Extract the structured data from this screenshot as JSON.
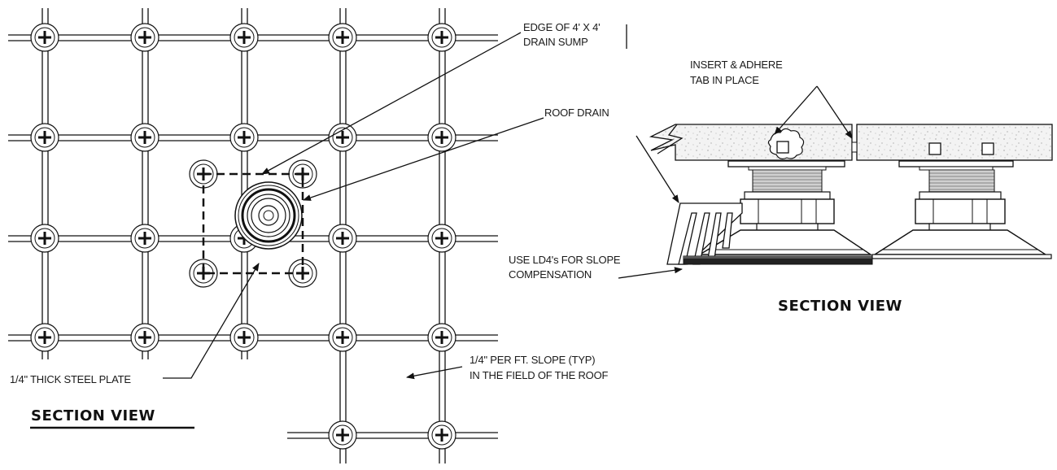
{
  "plan": {
    "labels": {
      "edge_sump": [
        "EDGE OF 4' X 4'",
        "DRAIN SUMP"
      ],
      "roof_drain": "ROOF DRAIN",
      "steel_plate": "1/4\" THICK STEEL PLATE",
      "slope": [
        "1/4\" PER FT. SLOPE (TYP)",
        "IN THE FIELD OF THE ROOF"
      ]
    },
    "title": "SECTION VIEW"
  },
  "section": {
    "labels": {
      "insert_tab": [
        "INSERT & ADHERE",
        "TAB IN PLACE"
      ],
      "ld4": [
        "USE LD4's FOR SLOPE",
        "COMPENSATION"
      ]
    },
    "title": "SECTION VIEW"
  },
  "icons": [
    "pedestal-icon",
    "roof-drain-icon",
    "arrow-icon",
    "paver-icon",
    "adhesive-tab-icon"
  ],
  "colors": {
    "line": "#111111",
    "paver_fill": "#f2f2f2",
    "background": "#ffffff"
  }
}
